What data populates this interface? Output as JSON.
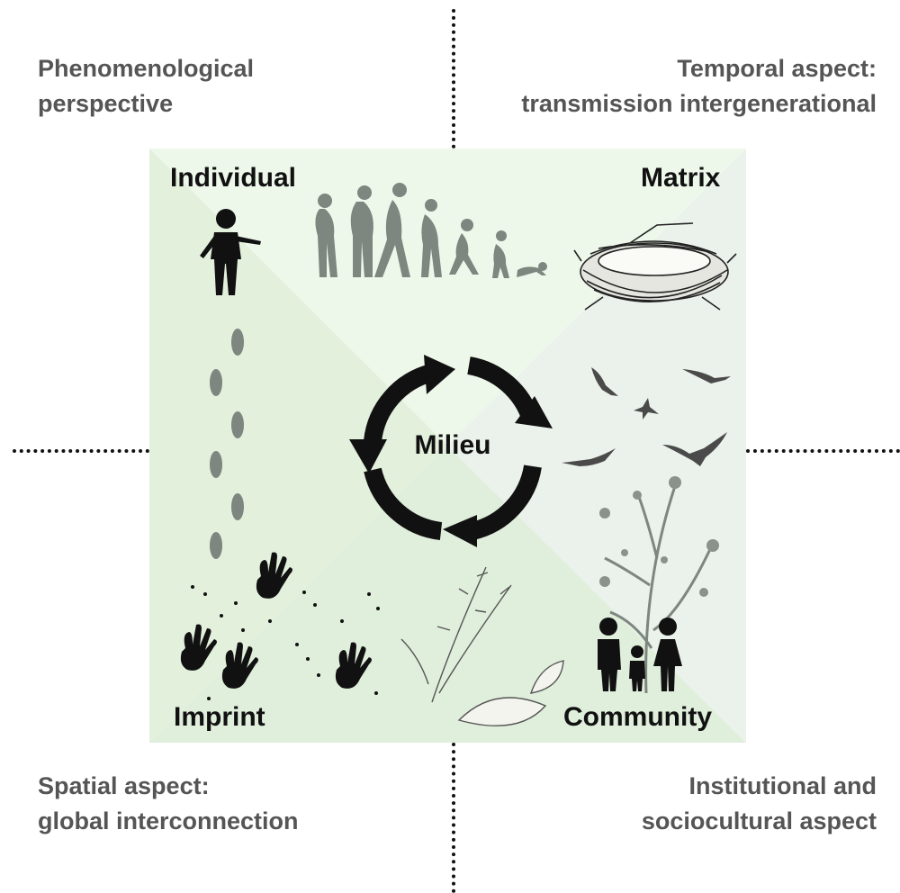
{
  "perspectives": {
    "top_left": [
      "Phenomenological",
      "perspective"
    ],
    "top_right": [
      "Temporal aspect:",
      "transmission intergenerational"
    ],
    "bottom_left": [
      "Spatial aspect:",
      "global interconnection"
    ],
    "bottom_right": [
      "Institutional and",
      "sociocultural aspect"
    ]
  },
  "quadrants": {
    "top_left": "Individual",
    "top_right": "Matrix",
    "bottom_left": "Imprint",
    "bottom_right": "Community"
  },
  "center": "Milieu",
  "colors": {
    "panel_light": "#eef7ea",
    "panel_mid": "#e3f1df",
    "panel_gray": "#eaf2ea",
    "text_gray": "#555555",
    "ink": "#111111",
    "figure_gray": "#7d867f"
  }
}
